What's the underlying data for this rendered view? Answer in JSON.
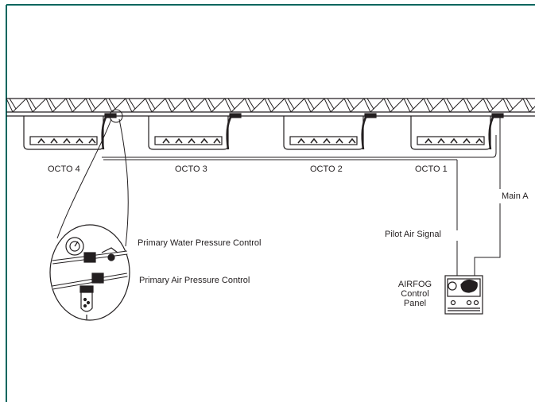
{
  "units": [
    {
      "label": "OCTO 4"
    },
    {
      "label": "OCTO 3"
    },
    {
      "label": "OCTO 2"
    },
    {
      "label": "OCTO 1"
    }
  ],
  "callouts": {
    "water_control": "Primary Water Pressure Control",
    "air_control": "Primary Air Pressure Control",
    "pilot_signal": "Pilot Air Signal",
    "main_air": "Main A"
  },
  "control_panel": {
    "line1": "AIRFOG",
    "line2": "Control",
    "line3": "Panel"
  },
  "colors": {
    "frame": "#00665e",
    "line": "#231f20",
    "background": "#ffffff"
  }
}
